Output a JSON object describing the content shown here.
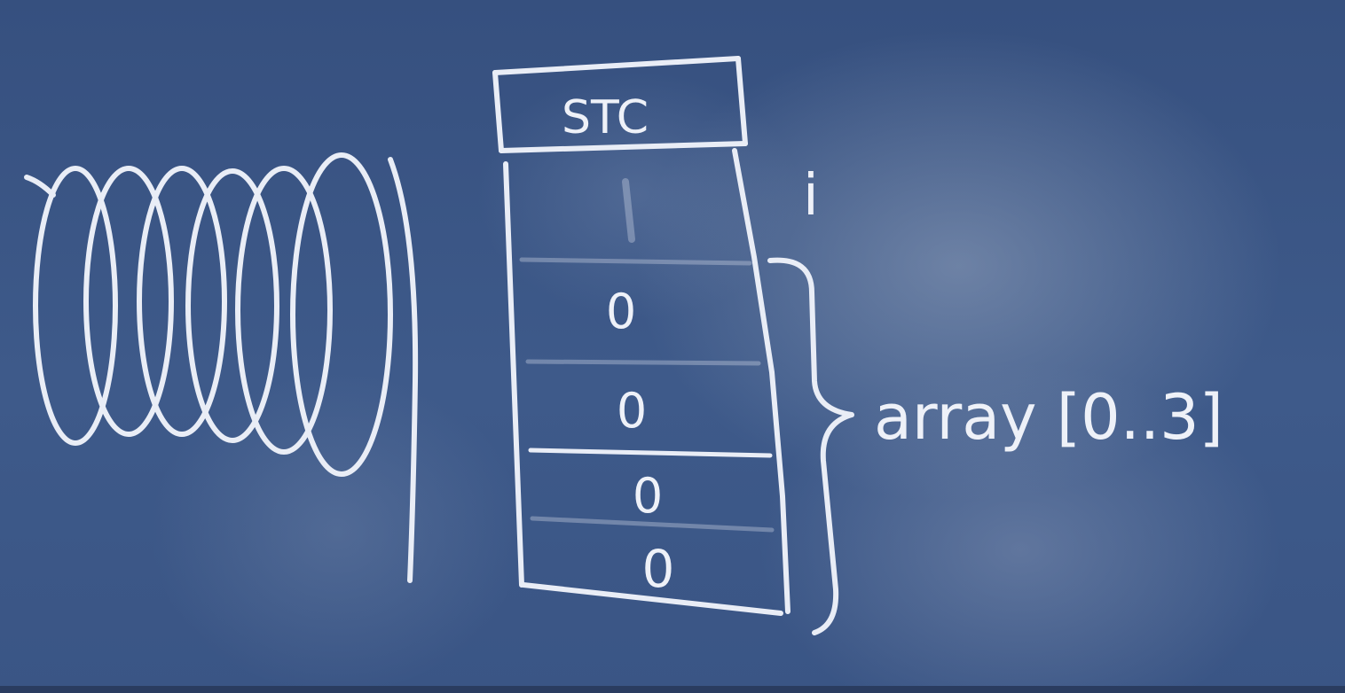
{
  "chalkboard": {
    "top_cell_label": "STC",
    "cell_values": [
      "0",
      "0",
      "0",
      "0"
    ],
    "index_label": "i",
    "array_label": "array [0..3]"
  },
  "colors": {
    "board": "#3b5686",
    "chalk": "#e9edf6"
  }
}
